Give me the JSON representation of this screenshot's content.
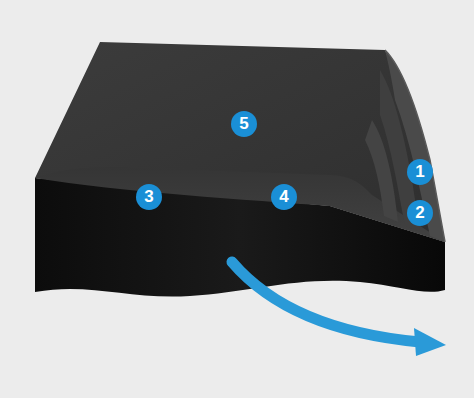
{
  "diagram": {
    "labels": [
      "5",
      "1",
      "3",
      "4",
      "2"
    ]
  }
}
